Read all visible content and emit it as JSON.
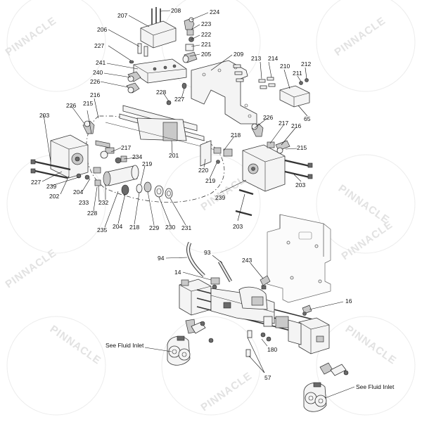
{
  "callouts": [
    {
      "id": "208",
      "text": "208"
    },
    {
      "id": "224",
      "text": "224"
    },
    {
      "id": "207",
      "text": "207"
    },
    {
      "id": "206",
      "text": "206"
    },
    {
      "id": "223",
      "text": "223"
    },
    {
      "id": "222",
      "text": "222"
    },
    {
      "id": "221",
      "text": "221"
    },
    {
      "id": "227a",
      "text": "227"
    },
    {
      "id": "205",
      "text": "205"
    },
    {
      "id": "209",
      "text": "209"
    },
    {
      "id": "213",
      "text": "213"
    },
    {
      "id": "214",
      "text": "214"
    },
    {
      "id": "210",
      "text": "210"
    },
    {
      "id": "212",
      "text": "212"
    },
    {
      "id": "211",
      "text": "211"
    },
    {
      "id": "241",
      "text": "241"
    },
    {
      "id": "240",
      "text": "240"
    },
    {
      "id": "226a",
      "text": "226"
    },
    {
      "id": "228a",
      "text": "228"
    },
    {
      "id": "227b",
      "text": "227"
    },
    {
      "id": "216a",
      "text": "216"
    },
    {
      "id": "65",
      "text": "65"
    },
    {
      "id": "226b",
      "text": "226"
    },
    {
      "id": "215a",
      "text": "215"
    },
    {
      "id": "203a",
      "text": "203"
    },
    {
      "id": "226c",
      "text": "226"
    },
    {
      "id": "217a",
      "text": "217"
    },
    {
      "id": "216b",
      "text": "216"
    },
    {
      "id": "218a",
      "text": "218"
    },
    {
      "id": "215b",
      "text": "215"
    },
    {
      "id": "217b",
      "text": "217"
    },
    {
      "id": "234",
      "text": "234"
    },
    {
      "id": "201",
      "text": "201"
    },
    {
      "id": "220",
      "text": "220"
    },
    {
      "id": "219a",
      "text": "219"
    },
    {
      "id": "227c",
      "text": "227"
    },
    {
      "id": "239a",
      "text": "239"
    },
    {
      "id": "204a",
      "text": "204"
    },
    {
      "id": "202",
      "text": "202"
    },
    {
      "id": "219b",
      "text": "219"
    },
    {
      "id": "233",
      "text": "233"
    },
    {
      "id": "232",
      "text": "232"
    },
    {
      "id": "228b",
      "text": "228"
    },
    {
      "id": "239b",
      "text": "239"
    },
    {
      "id": "203b",
      "text": "203"
    },
    {
      "id": "235",
      "text": "235"
    },
    {
      "id": "204b",
      "text": "204"
    },
    {
      "id": "218b",
      "text": "218"
    },
    {
      "id": "229",
      "text": "229"
    },
    {
      "id": "230",
      "text": "230"
    },
    {
      "id": "231",
      "text": "231"
    },
    {
      "id": "203c",
      "text": "203"
    },
    {
      "id": "94",
      "text": "94"
    },
    {
      "id": "93",
      "text": "93"
    },
    {
      "id": "243",
      "text": "243"
    },
    {
      "id": "14",
      "text": "14"
    },
    {
      "id": "16",
      "text": "16"
    },
    {
      "id": "180",
      "text": "180"
    },
    {
      "id": "57",
      "text": "57"
    }
  ],
  "notes": {
    "fluid_inlet_left": "See Fluid Inlet",
    "fluid_inlet_right": "See Fluid Inlet"
  },
  "watermark": {
    "text": "PINNACLE"
  }
}
